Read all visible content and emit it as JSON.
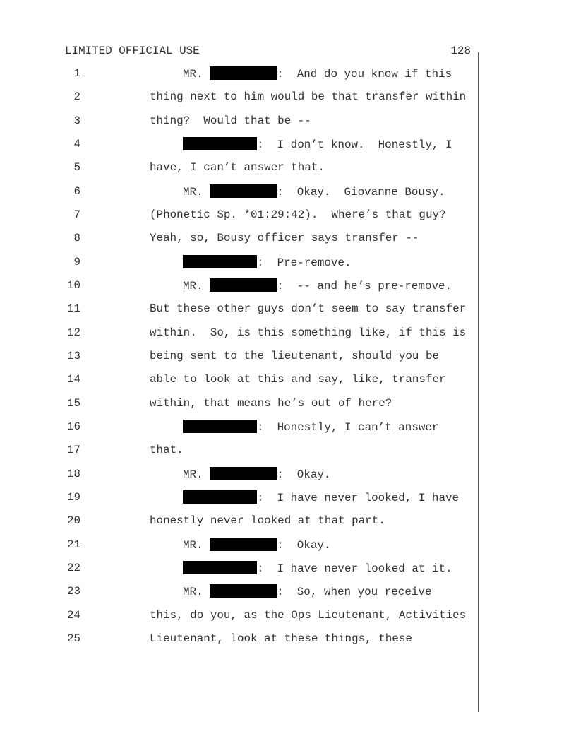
{
  "header": {
    "classification": "LIMITED OFFICIAL USE",
    "page_number": "128"
  },
  "lines": [
    {
      "n": "1",
      "type": "mr",
      "prefix": "MR. ",
      "text": ":  And do you know if this"
    },
    {
      "n": "2",
      "type": "plain",
      "text": "thing next to him would be that transfer within"
    },
    {
      "n": "3",
      "type": "plain",
      "text": "thing?  Would that be --"
    },
    {
      "n": "4",
      "type": "witness",
      "text": ":  I don’t know.  Honestly, I"
    },
    {
      "n": "5",
      "type": "plain",
      "text": "have, I can’t answer that."
    },
    {
      "n": "6",
      "type": "mr",
      "prefix": "MR. ",
      "text": ":  Okay.  Giovanne Bousy."
    },
    {
      "n": "7",
      "type": "plain",
      "text": "(Phonetic Sp. *01:29:42).  Where’s that guy?"
    },
    {
      "n": "8",
      "type": "plain",
      "text": "Yeah, so, Bousy officer says transfer --"
    },
    {
      "n": "9",
      "type": "witness",
      "text": ":  Pre-remove."
    },
    {
      "n": "10",
      "type": "mr",
      "prefix": "MR. ",
      "text": ":  -- and he’s pre-remove."
    },
    {
      "n": "11",
      "type": "plain",
      "text": "But these other guys don’t seem to say transfer"
    },
    {
      "n": "12",
      "type": "plain",
      "text": "within.  So, is this something like, if this is"
    },
    {
      "n": "13",
      "type": "plain",
      "text": "being sent to the lieutenant, should you be"
    },
    {
      "n": "14",
      "type": "plain",
      "text": "able to look at this and say, like, transfer"
    },
    {
      "n": "15",
      "type": "plain",
      "text": "within, that means he’s out of here?"
    },
    {
      "n": "16",
      "type": "witness",
      "text": ":  Honestly, I can’t answer"
    },
    {
      "n": "17",
      "type": "plain",
      "text": "that."
    },
    {
      "n": "18",
      "type": "mr",
      "prefix": "MR. ",
      "text": ":  Okay."
    },
    {
      "n": "19",
      "type": "witness",
      "text": ":  I have never looked, I have"
    },
    {
      "n": "20",
      "type": "plain",
      "text": "honestly never looked at that part."
    },
    {
      "n": "21",
      "type": "mr",
      "prefix": "MR. ",
      "text": ":  Okay."
    },
    {
      "n": "22",
      "type": "witness",
      "text": ":  I have never looked at it."
    },
    {
      "n": "23",
      "type": "mr",
      "prefix": "MR. ",
      "text": ":  So, when you receive"
    },
    {
      "n": "24",
      "type": "plain",
      "text": "this, do you, as the Ops Lieutenant, Activities"
    },
    {
      "n": "25",
      "type": "plain",
      "text": "Lieutenant, look at these things, these"
    }
  ]
}
